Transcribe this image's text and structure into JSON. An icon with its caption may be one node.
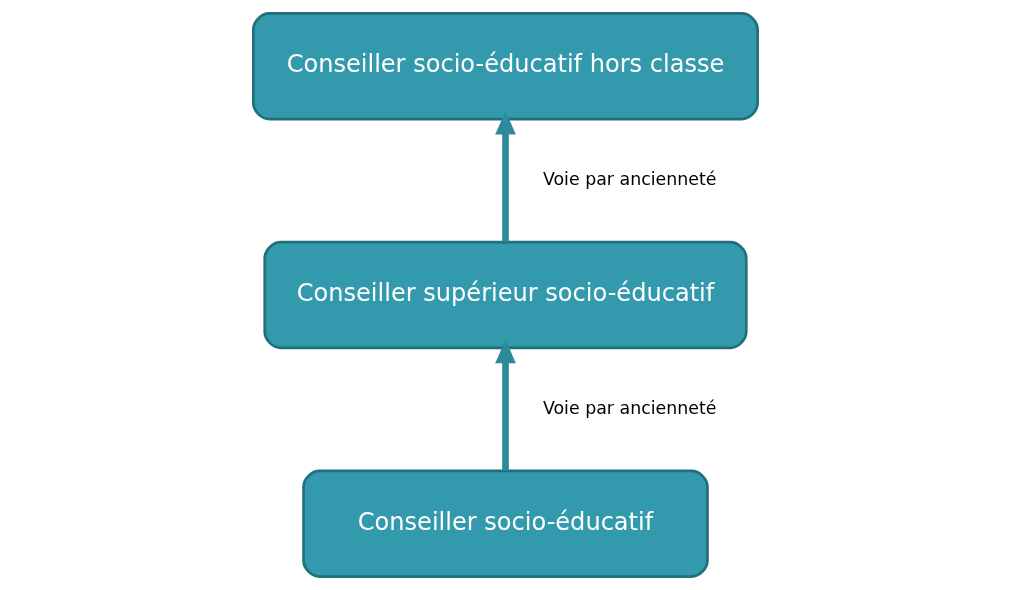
{
  "diagram": {
    "nodes": [
      {
        "text": [
          "Conseiller socio-éducatif hors classe"
        ]
      },
      {
        "text": [
          "Conseiller supérieur socio-éducatif"
        ]
      },
      {
        "text": [
          "Conseiller socio-éducatif"
        ]
      }
    ],
    "edges": [
      {
        "from": 2,
        "to": 1,
        "arrow": "to",
        "label": "Voie par ancienneté"
      },
      {
        "from": 1,
        "to": 0,
        "arrow": "to",
        "label": "Voie par ancienneté"
      }
    ]
  }
}
